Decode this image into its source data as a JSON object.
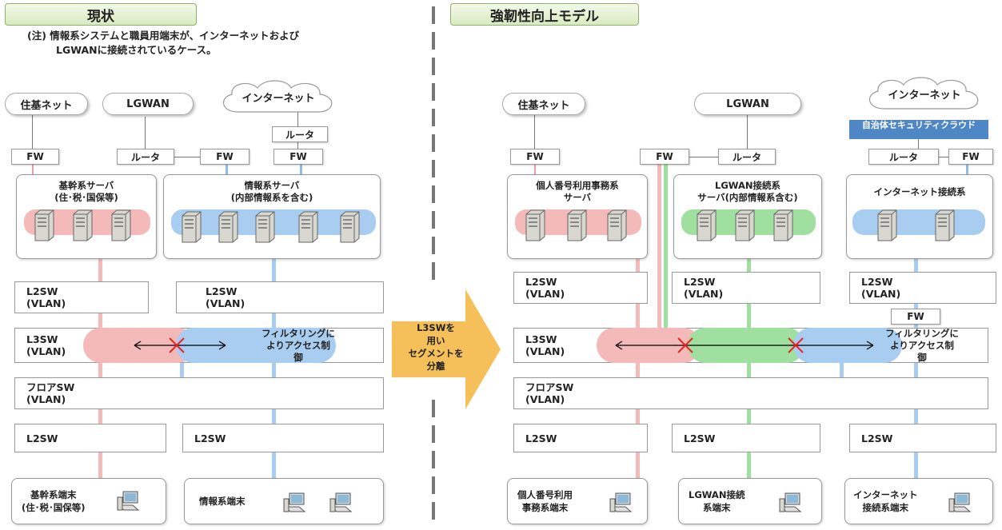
{
  "left": {
    "title": "現状",
    "note_line1": "(注) 情報系システムと職員用端末が、インターネットおよび",
    "note_line2": "LGWANに接続されているケース。",
    "net_juki": "住基ネット",
    "net_lgwan": "LGWAN",
    "net_internet": "インターネット",
    "router_top": "ルータ",
    "router_mid": "ルータ",
    "fw1": "FW",
    "fw2": "FW",
    "fw3": "FW",
    "server_kikan": "基幹系サーバ\n(住･税･国保等)",
    "server_joho": "情報系サーバ\n(内部情報系を含む)",
    "l2sw_vlan_a": "L2SW\n(VLAN)",
    "l2sw_vlan_b": "L2SW\n(VLAN)",
    "l3sw": "L3SW\n(VLAN)",
    "filter": "フィルタリングに\nよりアクセス制\n御",
    "floor_sw": "フロアSW\n(VLAN)",
    "l2sw_a": "L2SW",
    "l2sw_b": "L2SW",
    "term_kikan": "基幹系端末\n(住･税･国保等)",
    "term_joho": "情報系端末"
  },
  "arrow_text": "L3SWを\n用い\nセグメントを\n分離",
  "right": {
    "title": "強靭性向上モデル",
    "net_juki": "住基ネット",
    "net_lgwan": "LGWAN",
    "net_internet": "インターネット",
    "cloud_badge": "自治体セキュリティクラウド",
    "fw_juki": "FW",
    "fw_lgwan": "FW",
    "router_lgwan": "ルータ",
    "router_inet": "ルータ",
    "fw_inet": "FW",
    "fw_inet2": "FW",
    "server_mynum": "個人番号利用事務系\nサーバ",
    "server_lgwan": "LGWAN接続系\nサーバ(内部情報系含む)",
    "server_inet": "インターネット接続系",
    "l2sw_vlan_a": "L2SW\n(VLAN)",
    "l2sw_vlan_b": "L2SW\n(VLAN)",
    "l2sw_vlan_c": "L2SW\n(VLAN)",
    "l3sw": "L3SW\n(VLAN)",
    "filter": "フィルタリングに\nよりアクセス制\n御",
    "floor_sw": "フロアSW\n(VLAN)",
    "l2sw_a": "L2SW",
    "l2sw_b": "L2SW",
    "l2sw_c": "L2SW",
    "term_mynum": "個人番号利用\n事務系端末",
    "term_lgwan": "LGWAN接続\n系端末",
    "term_inet": "インターネット\n接続系端末"
  },
  "colors": {
    "pink": "#f4b9b9",
    "blue": "#a9cdf0",
    "green": "#9fe0a0",
    "arrow": "#f5c05a",
    "badge": "#4f86c6"
  }
}
